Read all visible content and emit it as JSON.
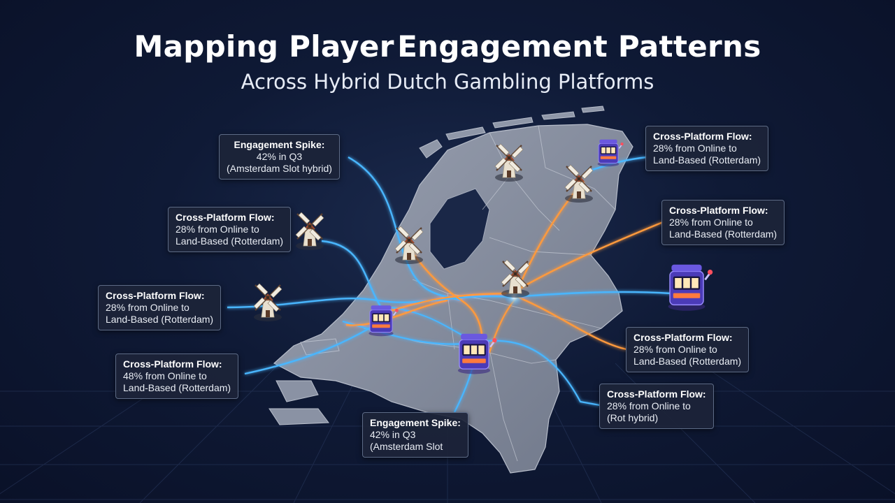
{
  "title_main": "Mapping Player",
  "title_accent": "Engagement Patterns",
  "subtitle": "Across Hybrid Dutch Gambling Platforms",
  "colors": {
    "accent": "#4fb4ff",
    "flow_blue": "#49b6ff",
    "flow_orange": "#ff9a3c",
    "land": "#8b93a5"
  },
  "icons": [
    "windmill-icon",
    "slot-machine-icon"
  ],
  "callouts": [
    {
      "title": "Engagement Spike:",
      "line1": "42% in Q3",
      "line2": "(Amsterdam Slot hybrid)"
    },
    {
      "title": "Cross-Platform Flow:",
      "line1": "28% from Online to",
      "line2": "Land-Based (Rotterdam)"
    },
    {
      "title": "Cross-Platform Flow:",
      "line1": "28% from Online to",
      "line2": "Land-Based (Rotterdam)"
    },
    {
      "title": "Cross-Platform Flow:",
      "line1": "28% from Online to",
      "line2": "Land-Based (Rotterdam)"
    },
    {
      "title": "Cross-Platform Flow:",
      "line1": "48% from Online to",
      "line2": "Land-Based (Rotterdam)"
    },
    {
      "title": "Cross-Platform Flow:",
      "line1": "28% from Online to",
      "line2": "Land-Based (Rotterdam)"
    },
    {
      "title": "Cross-Platform Flow:",
      "line1": "28% from Online to",
      "line2": "Land-Based (Rotterdam)"
    },
    {
      "title": "Cross-Platform Flow:",
      "line1": "28% from Online to",
      "line2": "(Rot hybrid)"
    },
    {
      "title": "Engagement Spike:",
      "line1": "42% in Q3",
      "line2": "(Amsterdam Slot"
    }
  ]
}
